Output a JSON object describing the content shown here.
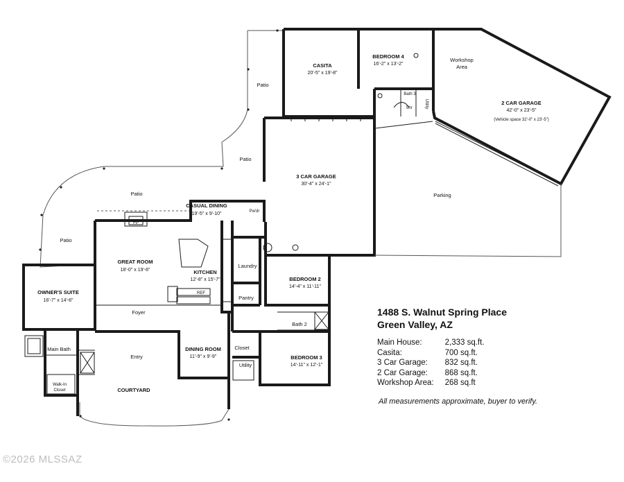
{
  "info": {
    "address": "1488 S. Walnut Spring Place",
    "city": "Green Valley, AZ",
    "areas": [
      {
        "label": "Main House:",
        "value": "2,333 sq.ft."
      },
      {
        "label": "Casita:",
        "value": "700 sq.ft."
      },
      {
        "label": "3 Car Garage:",
        "value": "832 sq.ft."
      },
      {
        "label": "2 Car Garage:",
        "value": "868 sq.ft."
      },
      {
        "label": "Workshop Area:",
        "value": "268 sq.ft"
      }
    ],
    "note": "All measurements approximate, buyer to verify."
  },
  "rooms": {
    "casita": {
      "name": "CASITA",
      "dim": "20'-5\" x 19'-8\""
    },
    "bedroom4": {
      "name": "BEDROOM 4",
      "dim": "16'-2\" x 13'-2\""
    },
    "workshop": {
      "name1": "Workshop",
      "name2": "Area"
    },
    "garage2": {
      "name": "2 CAR GARAGE",
      "dim": "42'-0\" x 23'-5\"",
      "extra": "(Vehicle space 32'-0\" x 23'-5\")"
    },
    "bath3": "Bath 3",
    "shr": "Shr",
    "utility_top": "Utility",
    "garage3": {
      "name": "3 CAR GARAGE",
      "dim": "30'-4\" x 24'-1\""
    },
    "parking": "Parking",
    "casual": {
      "name": "CASUAL DINING",
      "dim": "19'-5\" x 9'-10\""
    },
    "pwdr": "Pw'dr",
    "great": {
      "name": "GREAT ROOM",
      "dim": "18'-0\" x 19'-6\""
    },
    "kitchen": {
      "name": "KITCHEN",
      "dim": "12'-8\" x 15'-7\""
    },
    "ref": "REF",
    "fp": "FP",
    "laundry": "Laundry",
    "pantry": "Pantry",
    "bedroom2": {
      "name": "BEDROOM 2",
      "dim": "14'-4\" x 11'-11\""
    },
    "bath2": "Bath 2",
    "bedroom3": {
      "name": "BEDROOM 3",
      "dim": "14'-11\" x 12'-1\""
    },
    "owners": {
      "name": "OWNER'S SUITE",
      "dim": "16'-7\" x 14'-6\""
    },
    "foyer": "Foyer",
    "dining": {
      "name": "DINING ROOM",
      "dim": "11'-9\" x 9'-9\""
    },
    "closet": "Closet",
    "utility_low": "Utility",
    "entry": "Entry",
    "courtyard": "COURTYARD",
    "mainbath": "Main Bath",
    "walkin1": "Walk-In",
    "walkin2": "Closet",
    "patio": "Patio"
  },
  "watermark": "©2026 MLSSAZ"
}
